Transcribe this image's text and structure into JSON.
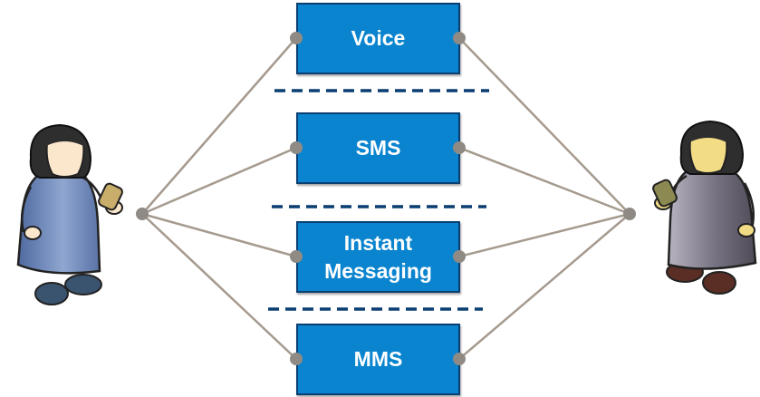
{
  "channels": [
    {
      "id": "voice",
      "label": "Voice"
    },
    {
      "id": "sms",
      "label": "SMS"
    },
    {
      "id": "instant-messaging",
      "label": "Instant\nMessaging"
    },
    {
      "id": "mms",
      "label": "MMS"
    }
  ],
  "colors": {
    "box_fill": "#0a84cf",
    "box_border": "#0b3f72",
    "box_text": "#ffffff",
    "connector_line": "#a59a8e",
    "connector_dot": "#8f8a84",
    "divider": "#0b3f72",
    "person_left_dress": "#6f8cbf",
    "person_right_dress": "#767182"
  },
  "icons": {
    "person_left": "woman-with-phone-icon",
    "person_right": "woman-with-phone-icon"
  }
}
